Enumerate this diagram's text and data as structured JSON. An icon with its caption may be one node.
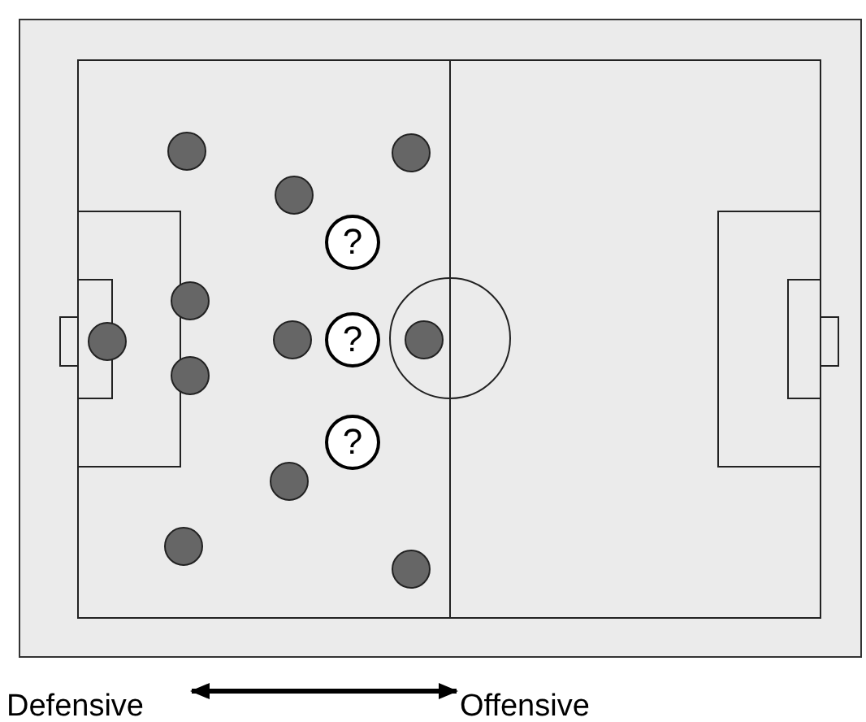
{
  "diagram": {
    "nodes": [
      {
        "text": [],
        "shape": "circle"
      },
      {
        "text": [],
        "shape": "circle"
      },
      {
        "text": [],
        "shape": "circle"
      },
      {
        "text": [
          "?"
        ]
      },
      {
        "text": [],
        "shape": "circle"
      },
      {
        "text": [],
        "shape": "circle"
      },
      {
        "text": [],
        "shape": "circle"
      },
      {
        "text": [
          "?"
        ]
      },
      {
        "text": [],
        "shape": "circle"
      },
      {
        "text": [],
        "shape": "circle"
      },
      {
        "text": [
          "?"
        ]
      },
      {
        "text": [],
        "shape": "circle"
      },
      {
        "text": [],
        "shape": "circle"
      },
      {
        "text": [],
        "shape": "circle"
      },
      {
        "text": [
          "Defensive"
        ]
      },
      {
        "text": [
          "Offensive"
        ]
      }
    ],
    "edges": [
      {
        "from": 14,
        "to": 15,
        "arrow": "both"
      }
    ]
  }
}
